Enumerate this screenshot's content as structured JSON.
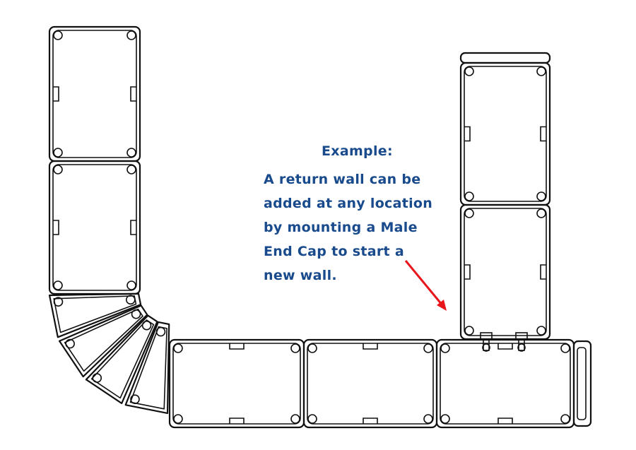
{
  "annotation": {
    "title": "Example:",
    "lines": [
      "A return wall can be",
      "added at any location",
      "by mounting a Male",
      "End Cap to start a",
      "new wall."
    ],
    "text_color": "#184a8c",
    "arrow_color": "#e8161b"
  }
}
